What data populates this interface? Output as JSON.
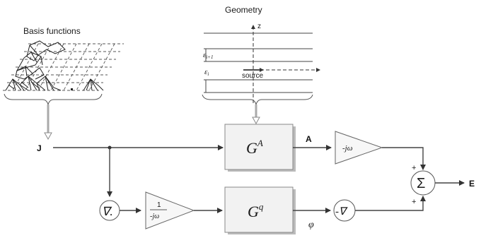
{
  "basis_title": "Basis functions",
  "geometry": {
    "title": "Geometry",
    "z_label": "z",
    "eps_upper": "ε",
    "eps_upper_sub": "i+1",
    "eps_lower": "ε",
    "eps_lower_sub": "i",
    "source_label": "source"
  },
  "signals": {
    "input": "J",
    "a_out": "A",
    "phi": "φ",
    "output": "E"
  },
  "blocks": {
    "ga_base": "G",
    "ga_sup": "A",
    "gq_base": "G",
    "gq_sup": "q",
    "gain_top": "-jω",
    "gain_bottom_num": "1",
    "gain_bottom_den": "-jω",
    "div_op": "∇.",
    "grad_op": "-∇",
    "sum_op": "Σ",
    "plus_top": "+",
    "plus_bottom": "+"
  },
  "colors": {
    "block_fill": "#f2f2f2",
    "triangle_fill": "#f7f7f7",
    "line": "#444444"
  }
}
